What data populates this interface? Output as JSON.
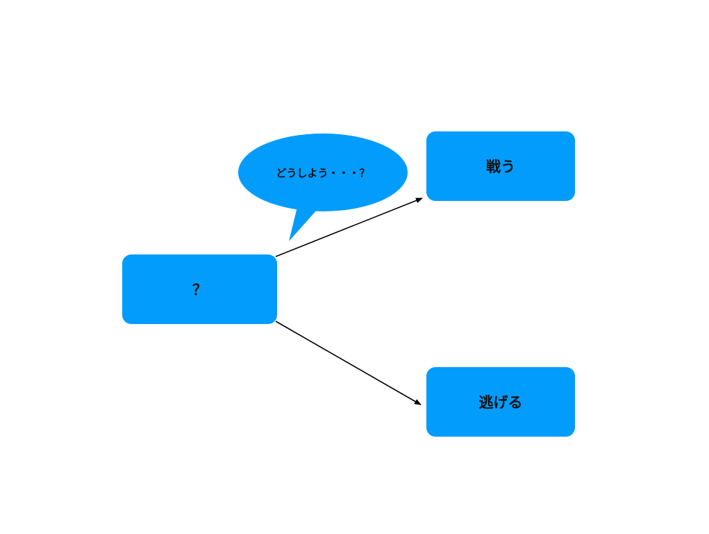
{
  "colors": {
    "node_fill": "#029cfc",
    "text": "#111111",
    "arrow": "#000000",
    "background": "#ffffff"
  },
  "nodes": {
    "start": {
      "label": "？"
    },
    "fight": {
      "label": "戦う"
    },
    "flee": {
      "label": "逃げる"
    }
  },
  "speech_bubble": {
    "text": "どうしよう・・・？"
  },
  "edges": [
    {
      "from": "start",
      "to": "fight"
    },
    {
      "from": "start",
      "to": "flee"
    }
  ]
}
